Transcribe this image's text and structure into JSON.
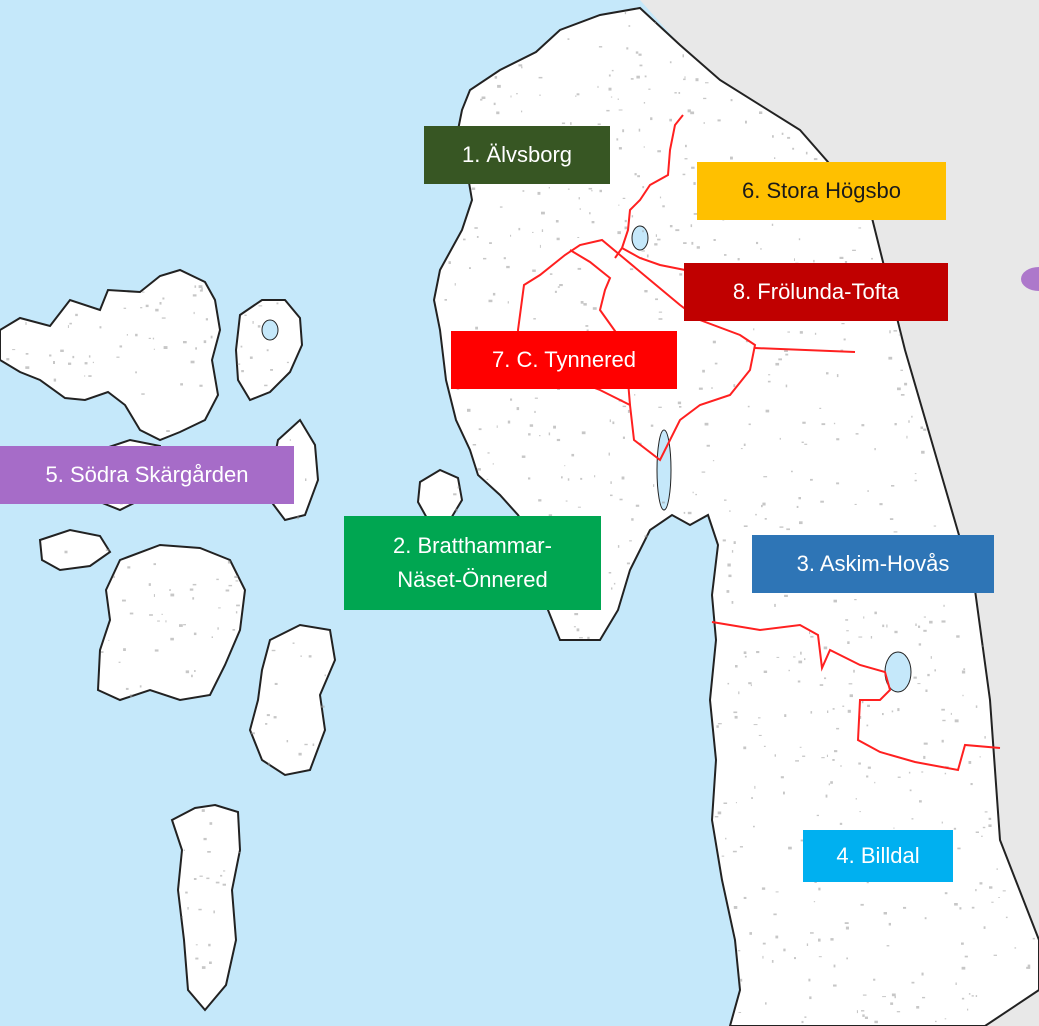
{
  "map": {
    "colors": {
      "water": "#c5e8fa",
      "land": "#ffffff",
      "outside_land": "#e8e8e8",
      "coastline": "#222222",
      "district_border": "#ff2020",
      "texture": "#9a9a9a"
    },
    "districts": [
      {
        "id": "alvsborg",
        "label": "1. Älvsborg",
        "color": "#375623"
      },
      {
        "id": "bratthammar",
        "label": "2. Bratthammar-\nNäset-Önnered",
        "color": "#00a651"
      },
      {
        "id": "askim",
        "label": "3. Askim-Hovås",
        "color": "#2e75b6"
      },
      {
        "id": "billdal",
        "label": "4. Billdal",
        "color": "#00b0f0"
      },
      {
        "id": "sodra",
        "label": "5. Södra Skärgården",
        "color": "#a66cc8"
      },
      {
        "id": "hogsbo",
        "label": "6. Stora Högsbo",
        "color": "#ffc000"
      },
      {
        "id": "tynnered",
        "label": "7. C. Tynnered",
        "color": "#ff0000"
      },
      {
        "id": "frolunda",
        "label": "8. Frölunda-Tofta",
        "color": "#c00000"
      }
    ]
  }
}
